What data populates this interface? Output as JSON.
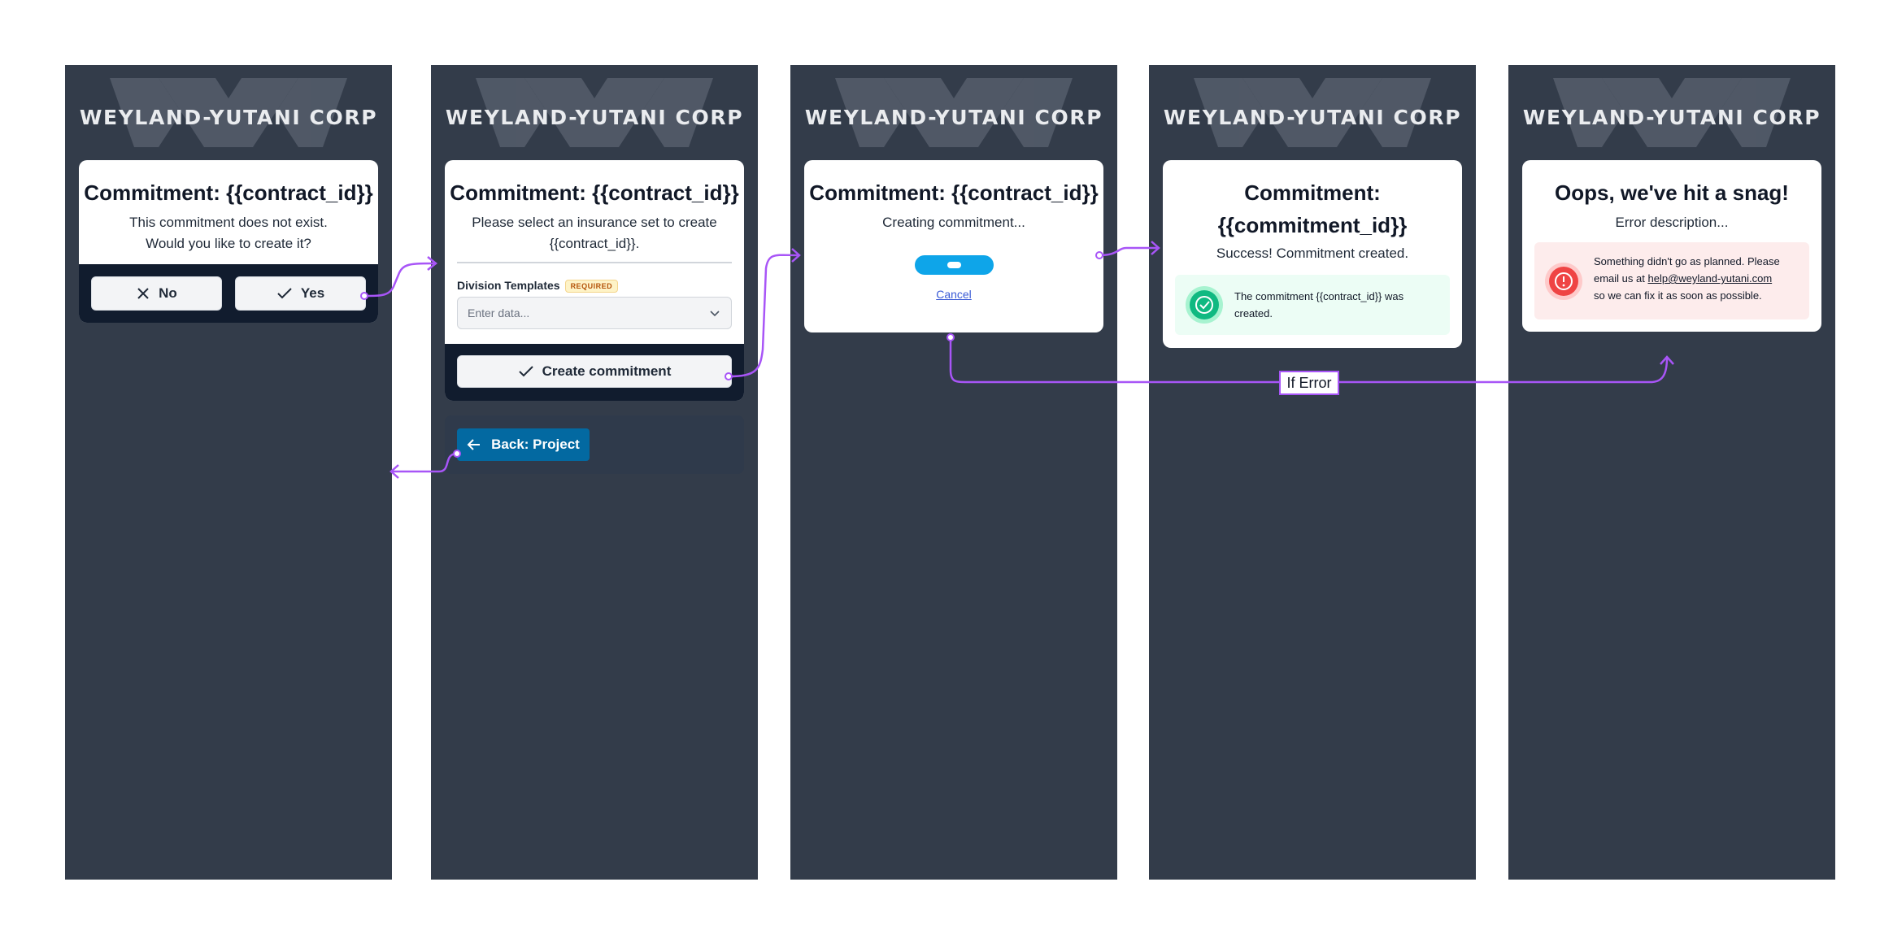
{
  "brand": "WEYLAND-YUTANI CORP",
  "screen1": {
    "title": "Commitment: {{contract_id}}",
    "line1": "This commitment does not exist.",
    "line2": "Would you like to create it?",
    "no_label": "No",
    "yes_label": "Yes"
  },
  "screen2": {
    "title": "Commitment: {{contract_id}}",
    "line1": "Please select an insurance set to create",
    "line2": "{{contract_id}}.",
    "field_label": "Division Templates",
    "required_badge": "REQUIRED",
    "select_placeholder": "Enter data...",
    "create_label": "Create commitment",
    "back_label": "Back: Project"
  },
  "screen3": {
    "title": "Commitment: {{contract_id}}",
    "status": "Creating commitment...",
    "cancel_label": "Cancel"
  },
  "screen4": {
    "title_line1": "Commitment:",
    "title_line2": "{{commitment_id}}",
    "status": "Success! Commitment created.",
    "notice_line1": "The commitment {{contract_id}} was",
    "notice_line2": "created."
  },
  "screen5": {
    "title": "Oops, we've hit a snag!",
    "subtitle": "Error description...",
    "error_line1": "Something didn't go as planned. Please",
    "error_line2_prefix": "email us at ",
    "error_email": "help@weyland-yutani.com",
    "error_line3": "so we can fix it as soon as possible."
  },
  "flow": {
    "if_error_label": "If Error"
  },
  "colors": {
    "panel_bg": "#333c4a",
    "footer_bg": "#111c2e",
    "accent_purple": "#a855f7",
    "primary_blue": "#0369a1",
    "loader_blue": "#0ea5e9",
    "success_green": "#10b981",
    "error_red": "#ef4444"
  },
  "icons": [
    "x-icon",
    "check-icon",
    "chevron-down-icon",
    "arrow-left-icon",
    "check-circle-icon",
    "alert-circle-icon"
  ]
}
